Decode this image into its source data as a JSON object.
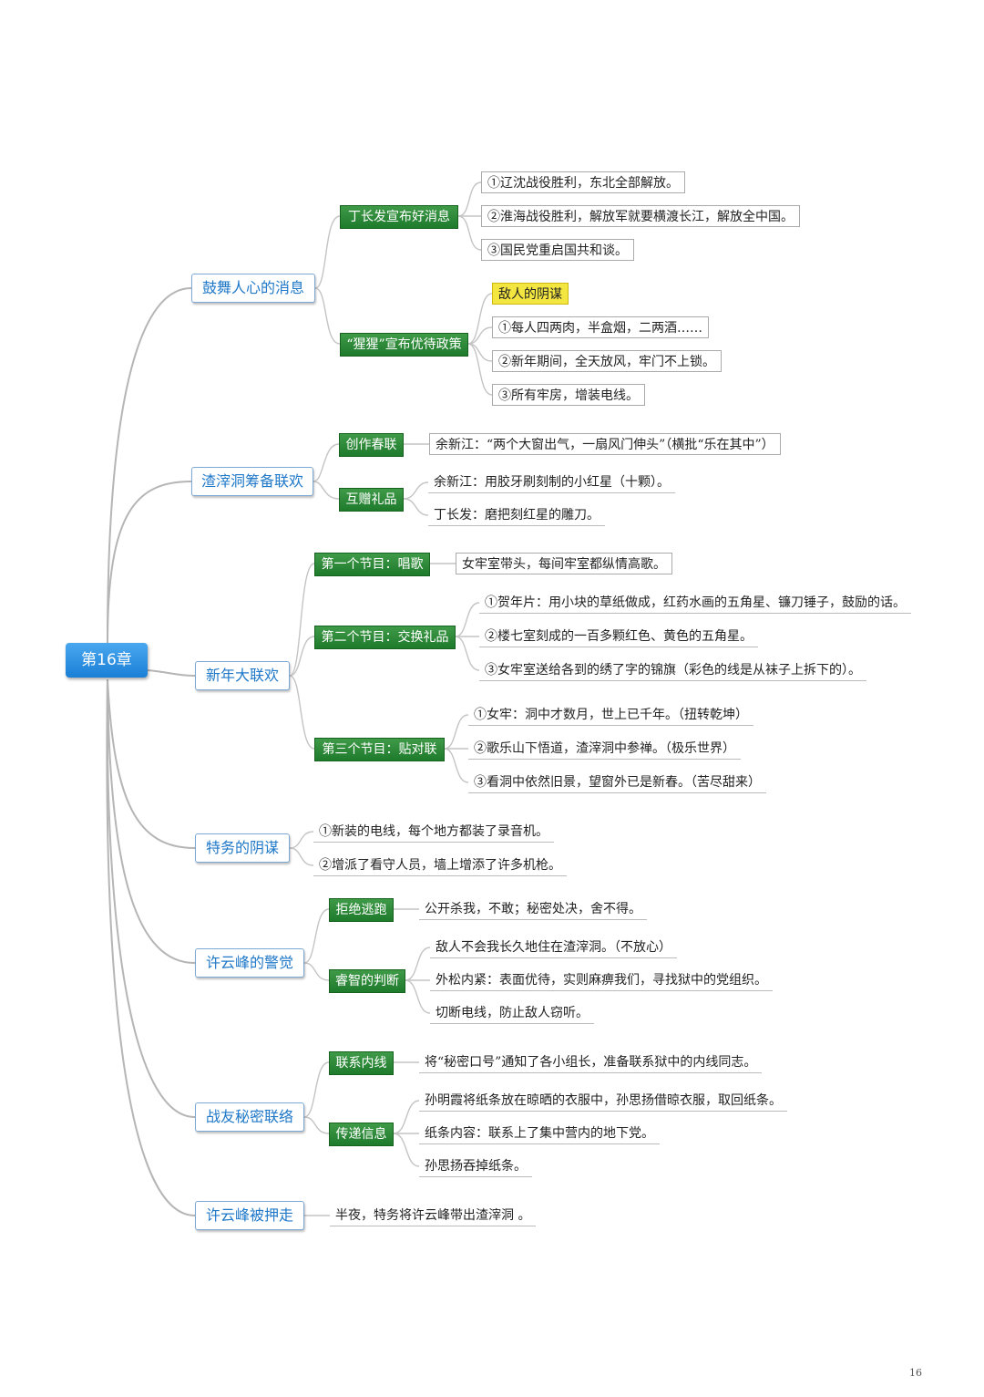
{
  "root": {
    "label": "第16章"
  },
  "branches": [
    {
      "label": "鼓舞人心的消息",
      "children": [
        {
          "label": "丁长发宣布好消息",
          "items": [
            "①辽沈战役胜利，东北全部解放。",
            "②淮海战役胜利，解放军就要横渡长江，解放全中国。",
            "③国民党重启国共和谈。"
          ]
        },
        {
          "label": "“猩猩”宣布优待政策",
          "note": "敌人的阴谋",
          "items": [
            "①每人四两肉，半盒烟，二两酒……",
            "②新年期间，全天放风，牢门不上锁。",
            "③所有牢房，增装电线。"
          ]
        }
      ]
    },
    {
      "label": "渣滓洞筹备联欢",
      "children": [
        {
          "label": "创作春联",
          "items": [
            "余新江：“两个大窗出气，一扇风门伸头”（横批“乐在其中”）"
          ]
        },
        {
          "label": "互赠礼品",
          "items": [
            "余新江：用胶牙刷刻制的小红星（十颗）。",
            "丁长发：磨把刻红星的雕刀。"
          ]
        }
      ]
    },
    {
      "label": "新年大联欢",
      "children": [
        {
          "label": "第一个节目：唱歌",
          "items": [
            "女牢室带头，每间牢室都纵情高歌。"
          ]
        },
        {
          "label": "第二个节目：交换礼品",
          "items": [
            "①贺年片：用小块的草纸做成，红药水画的五角星、镰刀锤子，鼓励的话。",
            "②楼七室刻成的一百多颗红色、黄色的五角星。",
            "③女牢室送给各到的绣了字的锦旗（彩色的线是从袜子上拆下的）。"
          ]
        },
        {
          "label": "第三个节目：贴对联",
          "items": [
            "①女牢：洞中才数月，世上已千年。（扭转乾坤）",
            "②歌乐山下悟道，渣滓洞中参禅。（极乐世界）",
            "③看洞中依然旧景，望窗外已是新春。（苦尽甜来）"
          ]
        }
      ]
    },
    {
      "label": "特务的阴谋",
      "items": [
        "①新装的电线，每个地方都装了录音机。",
        "②增派了看守人员，墙上增添了许多机枪。"
      ]
    },
    {
      "label": "许云峰的警觉",
      "children": [
        {
          "label": "拒绝逃跑",
          "items": [
            "公开杀我，不敢；秘密处决，舍不得。"
          ]
        },
        {
          "label": "睿智的判断",
          "items": [
            "敌人不会我长久地住在渣滓洞。（不放心）",
            "外松内紧：表面优待，实则麻痹我们，寻找狱中的党组织。",
            "切断电线，防止敌人窃听。"
          ]
        }
      ]
    },
    {
      "label": "战友秘密联络",
      "children": [
        {
          "label": "联系内线",
          "items": [
            "将“秘密口号”通知了各小组长，准备联系狱中的内线同志。"
          ]
        },
        {
          "label": "传递信息",
          "items": [
            "孙明霞将纸条放在晾晒的衣服中，孙思扬借晾衣服，取回纸条。",
            "纸条内容：联系上了集中营内的地下党。",
            "孙思扬吞掉纸条。"
          ]
        }
      ]
    },
    {
      "label": "许云峰被押走",
      "items": [
        "半夜，特务将许云峰带出渣滓洞 。"
      ]
    }
  ],
  "page_number": "16",
  "colors": {
    "root": "#1a7fd6",
    "level1_text": "#1f78c8",
    "level2_fill": "#2a8a36",
    "highlight": "#f3e641",
    "connector": "#b5b5b5"
  }
}
